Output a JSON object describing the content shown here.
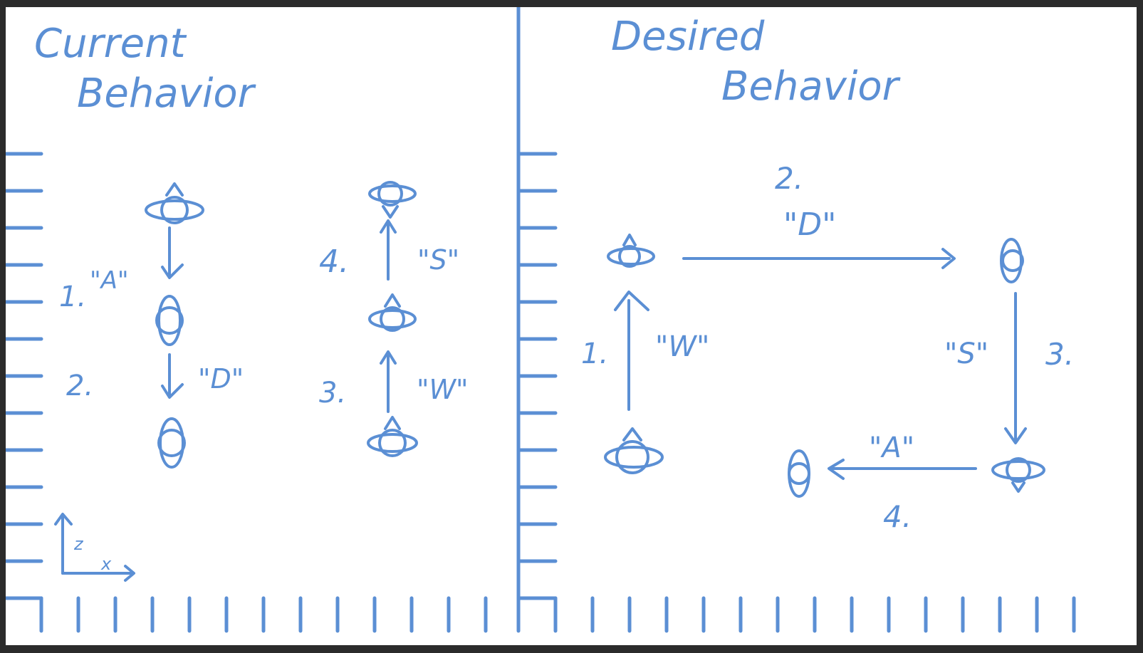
{
  "colors": {
    "ink": "#5b8fd4",
    "paper": "#ffffff",
    "frame": "#2b2b2b"
  },
  "left_panel": {
    "title_line1": "Current",
    "title_line2": "Behavior",
    "steps": [
      {
        "number": "1.",
        "key": "\"A\""
      },
      {
        "number": "2.",
        "key": "\"D\""
      },
      {
        "number": "3.",
        "key": "\"W\""
      },
      {
        "number": "4.",
        "key": "\"S\""
      }
    ],
    "axis": {
      "vertical": "z",
      "horizontal": "x"
    }
  },
  "right_panel": {
    "title_line1": "Desired",
    "title_line2": "Behavior",
    "steps": [
      {
        "number": "1.",
        "key": "\"W\""
      },
      {
        "number": "2.",
        "key": "\"D\""
      },
      {
        "number": "3.",
        "key": "\"S\""
      },
      {
        "number": "4.",
        "key": "\"A\""
      }
    ]
  }
}
